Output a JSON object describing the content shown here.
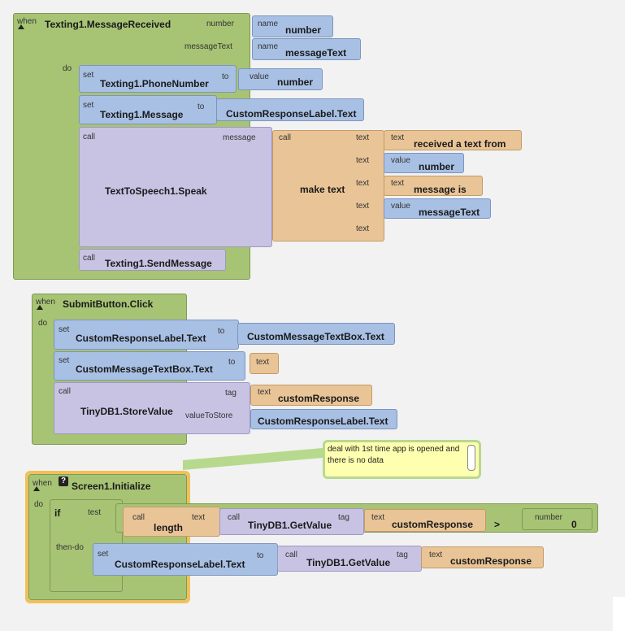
{
  "colors": {
    "event": "#a7c374",
    "setter": "#a8c0e4",
    "call": "#c8c3e3",
    "text": "#e9c496",
    "highlight": "#f0c15b",
    "comment": "#ffffb0"
  },
  "b1": {
    "when": "when",
    "title": "Texting1.MessageReceived",
    "p_number": "number",
    "p_message": "messageText",
    "name1": "name",
    "name1_val": "number",
    "name2": "name",
    "name2_val": "messageText",
    "do": "do",
    "set1": "set",
    "set1_prop": "Texting1.PhoneNumber",
    "set1_to": "to",
    "set1_val_lbl": "value",
    "set1_val": "number",
    "set2": "set",
    "set2_prop": "Texting1.Message",
    "set2_to": "to",
    "set2_val": "CustomResponseLabel.Text",
    "call1": "call",
    "call1_name": "TextToSpeech1.Speak",
    "call1_arg": "message",
    "mt_call": "call",
    "mt_name": "make text",
    "mt_text_lbl": "text",
    "mt_1_lbl": "text",
    "mt_1_val": "received a text from",
    "mt_2_lbl": "value",
    "mt_2_val": "number",
    "mt_3_lbl": "text",
    "mt_3_val": "message is",
    "mt_4_lbl": "value",
    "mt_4_val": "messageText",
    "call2": "call",
    "call2_name": "Texting1.SendMessage"
  },
  "b2": {
    "when": "when",
    "title": "SubmitButton.Click",
    "do": "do",
    "set1": "set",
    "set1_prop": "CustomResponseLabel.Text",
    "set1_to": "to",
    "set1_val": "CustomMessageTextBox.Text",
    "set2": "set",
    "set2_prop": "CustomMessageTextBox.Text",
    "set2_to": "to",
    "set2_val_lbl": "text",
    "call": "call",
    "call_name": "TinyDB1.StoreValue",
    "tag": "tag",
    "tag_lbl": "text",
    "tag_val": "customResponse",
    "vts": "valueToStore",
    "vts_val": "CustomResponseLabel.Text"
  },
  "comment": {
    "text": "deal with 1st time app is opened and there is no data"
  },
  "b3": {
    "when": "when",
    "title": "Screen1.Initialize",
    "do": "do",
    "if": "if",
    "test": "test",
    "thendo": "then-do",
    "len_call": "call",
    "len_name": "length",
    "len_text": "text",
    "gv_call": "call",
    "gv_name": "TinyDB1.GetValue",
    "gv_tag": "tag",
    "gv_tag_lbl": "text",
    "gv_tag_val": "customResponse",
    "op": ">",
    "num_lbl": "number",
    "num_val": "0",
    "set": "set",
    "set_prop": "CustomResponseLabel.Text",
    "set_to": "to",
    "gv2_call": "call",
    "gv2_name": "TinyDB1.GetValue",
    "gv2_tag": "tag",
    "gv2_tag_lbl": "text",
    "gv2_tag_val": "customResponse"
  }
}
